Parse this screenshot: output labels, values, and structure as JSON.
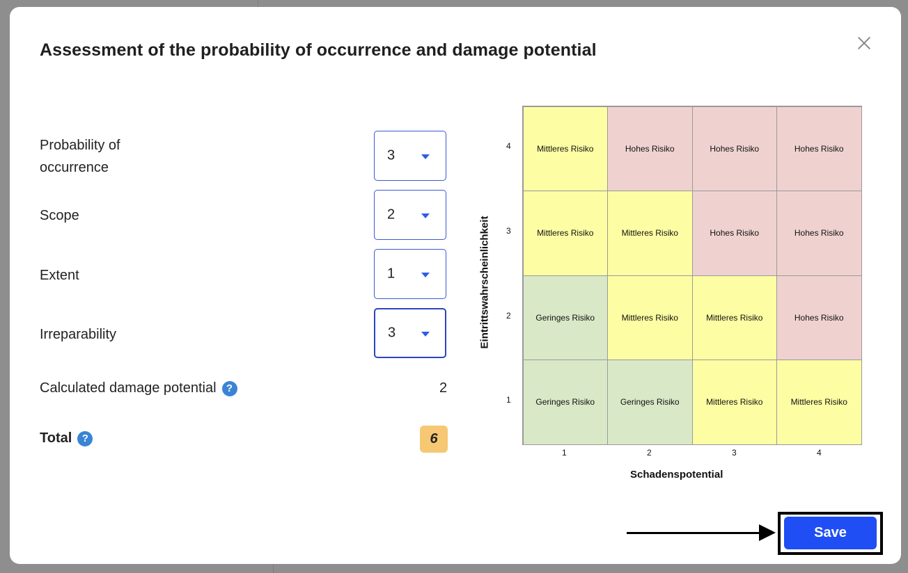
{
  "dialog": {
    "title": "Assessment of the probability of occurrence and damage potential"
  },
  "fields": [
    {
      "label_line1": "Probability of",
      "label_line2": "occurrence",
      "value": "3"
    },
    {
      "label": "Scope",
      "value": "2"
    },
    {
      "label": "Extent",
      "value": "1"
    },
    {
      "label": "Irreparability",
      "value": "3"
    }
  ],
  "calculated": {
    "label": "Calculated damage potential",
    "value": "2"
  },
  "total": {
    "label": "Total",
    "value": "6"
  },
  "help_icon_glyph": "?",
  "matrix": {
    "y_axis_label": "Eintrittswahrscheinlichkeit",
    "x_axis_label": "Schadenspotential",
    "y_ticks": [
      "4",
      "3",
      "2",
      "1"
    ],
    "x_ticks": [
      "1",
      "2",
      "3",
      "4"
    ],
    "rows": [
      [
        "Mittleres Risiko",
        "Hohes Risiko",
        "Hohes Risiko",
        "Hohes Risiko"
      ],
      [
        "Mittleres Risiko",
        "Mittleres Risiko",
        "Hohes Risiko",
        "Hohes Risiko"
      ],
      [
        "Geringes Risiko",
        "Mittleres Risiko",
        "Mittleres Risiko",
        "Hohes Risiko"
      ],
      [
        "Geringes Risiko",
        "Geringes Risiko",
        "Mittleres Risiko",
        "Mittleres Risiko"
      ]
    ],
    "colors": {
      "Geringes Risiko": "#d9e8c6",
      "Mittleres Risiko": "#fdfda3",
      "Hohes Risiko": "#efd2d0"
    }
  },
  "actions": {
    "save_label": "Save"
  },
  "accent_color": "#1f4ef5",
  "badge_color": "#f6c873"
}
